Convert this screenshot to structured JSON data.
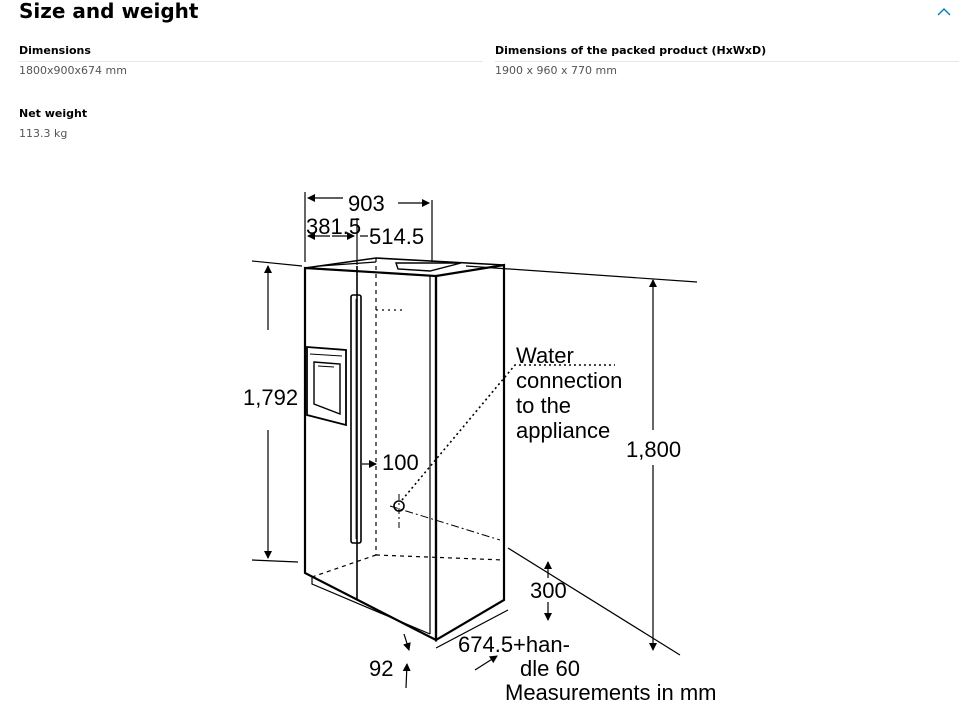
{
  "section": {
    "title": "Size and weight"
  },
  "specs": [
    {
      "label": "Dimensions",
      "value": "1800x900x674 mm"
    },
    {
      "label": "Dimensions of the packed product (HxWxD)",
      "value": "1900 x 960 x 770 mm"
    },
    {
      "label": "Net weight",
      "value": "113.3 kg"
    }
  ],
  "diagram": {
    "dim_width": "903",
    "dim_left": "381.5",
    "dim_right": "514.5",
    "dim_height_body": "1,792",
    "dim_height_total": "1,800",
    "water_line1": "Water",
    "water_line2": "connection",
    "water_line3": "to the",
    "water_line4": "appliance",
    "dim_100": "100",
    "dim_300": "300",
    "dim_92": "92",
    "depth_line1": "674.5+han-",
    "depth_line2": "dle 60",
    "units_note": "Measurements in mm"
  },
  "icons": {
    "collapse": "chevron-up-icon"
  },
  "colors": {
    "accent": "#007bc0",
    "divider": "#e6e6e6",
    "muted_text": "#555555"
  }
}
